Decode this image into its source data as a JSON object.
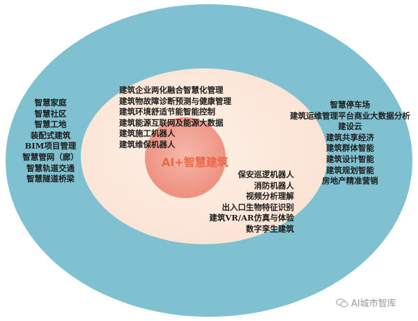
{
  "center_title": "AI+智慧建筑",
  "left_list": [
    "智慧家庭",
    "智慧社区",
    "智慧工地",
    "装配式建筑",
    "BIM项目管理",
    "智慧管网（廊）",
    "智慧轨道交通",
    "智慧隧道桥梁"
  ],
  "top_list": [
    "建筑企业两化融合智慧化管理",
    "建筑物故障诊断预测与健康管理",
    "建筑环境舒适节能智能控制",
    "建筑能源互联网及能源大数据",
    "建筑施工机器人",
    "建筑维保机器人"
  ],
  "bottom_list": [
    "保安巡逻机器人",
    "消防机器人",
    "视频分析理解",
    "出入口生物特征识别",
    "建筑VR/AR仿真与体验",
    "数字孪生建筑"
  ],
  "right_list": [
    "智慧停车场",
    "建筑运维管理平台商业大数据分析",
    "建设云",
    "建筑共享经济",
    "建筑群体智能",
    "建筑设计智能",
    "建筑规划智能",
    "房地产精准营销"
  ],
  "watermark": "AI城市智库",
  "colors": {
    "outer": "#7fc1d0",
    "middle": "#fbe2d2",
    "core": "#ef9282",
    "title": "#e86a45"
  }
}
